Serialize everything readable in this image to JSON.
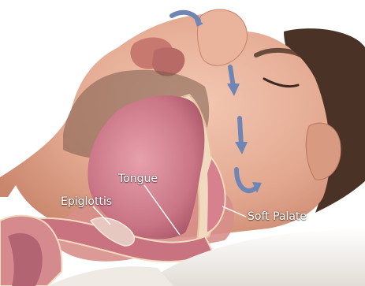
{
  "labels": {
    "tongue": "Tongue",
    "epiglottis": "Epiglottis",
    "soft_palate": "Soft Palate"
  },
  "colors": {
    "skin": "#e9b7a2",
    "skin_shadow": "#c98a73",
    "beard": "#7a5b4a",
    "hair": "#4a3226",
    "tongue": "#c97a88",
    "airway": "#a96a7a",
    "arrow": "#6f86b5",
    "pillow": "#f3f1ee"
  },
  "icons": [
    "airflow-arrow-icon"
  ]
}
